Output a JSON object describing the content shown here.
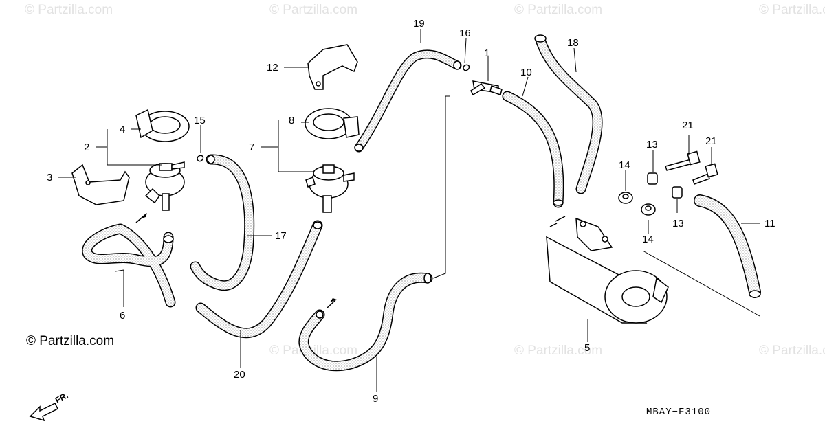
{
  "watermarks": [
    "© Partzilla.com",
    "© Partzilla.com",
    "© Partzilla.com",
    "© Partzilla.com",
    "© Partzilla.com",
    "© Partzilla.com",
    "© Partzilla.com"
  ],
  "copyright": "© Partzilla.com",
  "figure_code": "MBAY−F3100",
  "front_marker": "FR.",
  "callouts": [
    "1",
    "2",
    "3",
    "4",
    "5",
    "6",
    "7",
    "8",
    "9",
    "10",
    "11",
    "12",
    "13",
    "13",
    "14",
    "14",
    "15",
    "16",
    "17",
    "18",
    "19",
    "20",
    "21",
    "21"
  ]
}
